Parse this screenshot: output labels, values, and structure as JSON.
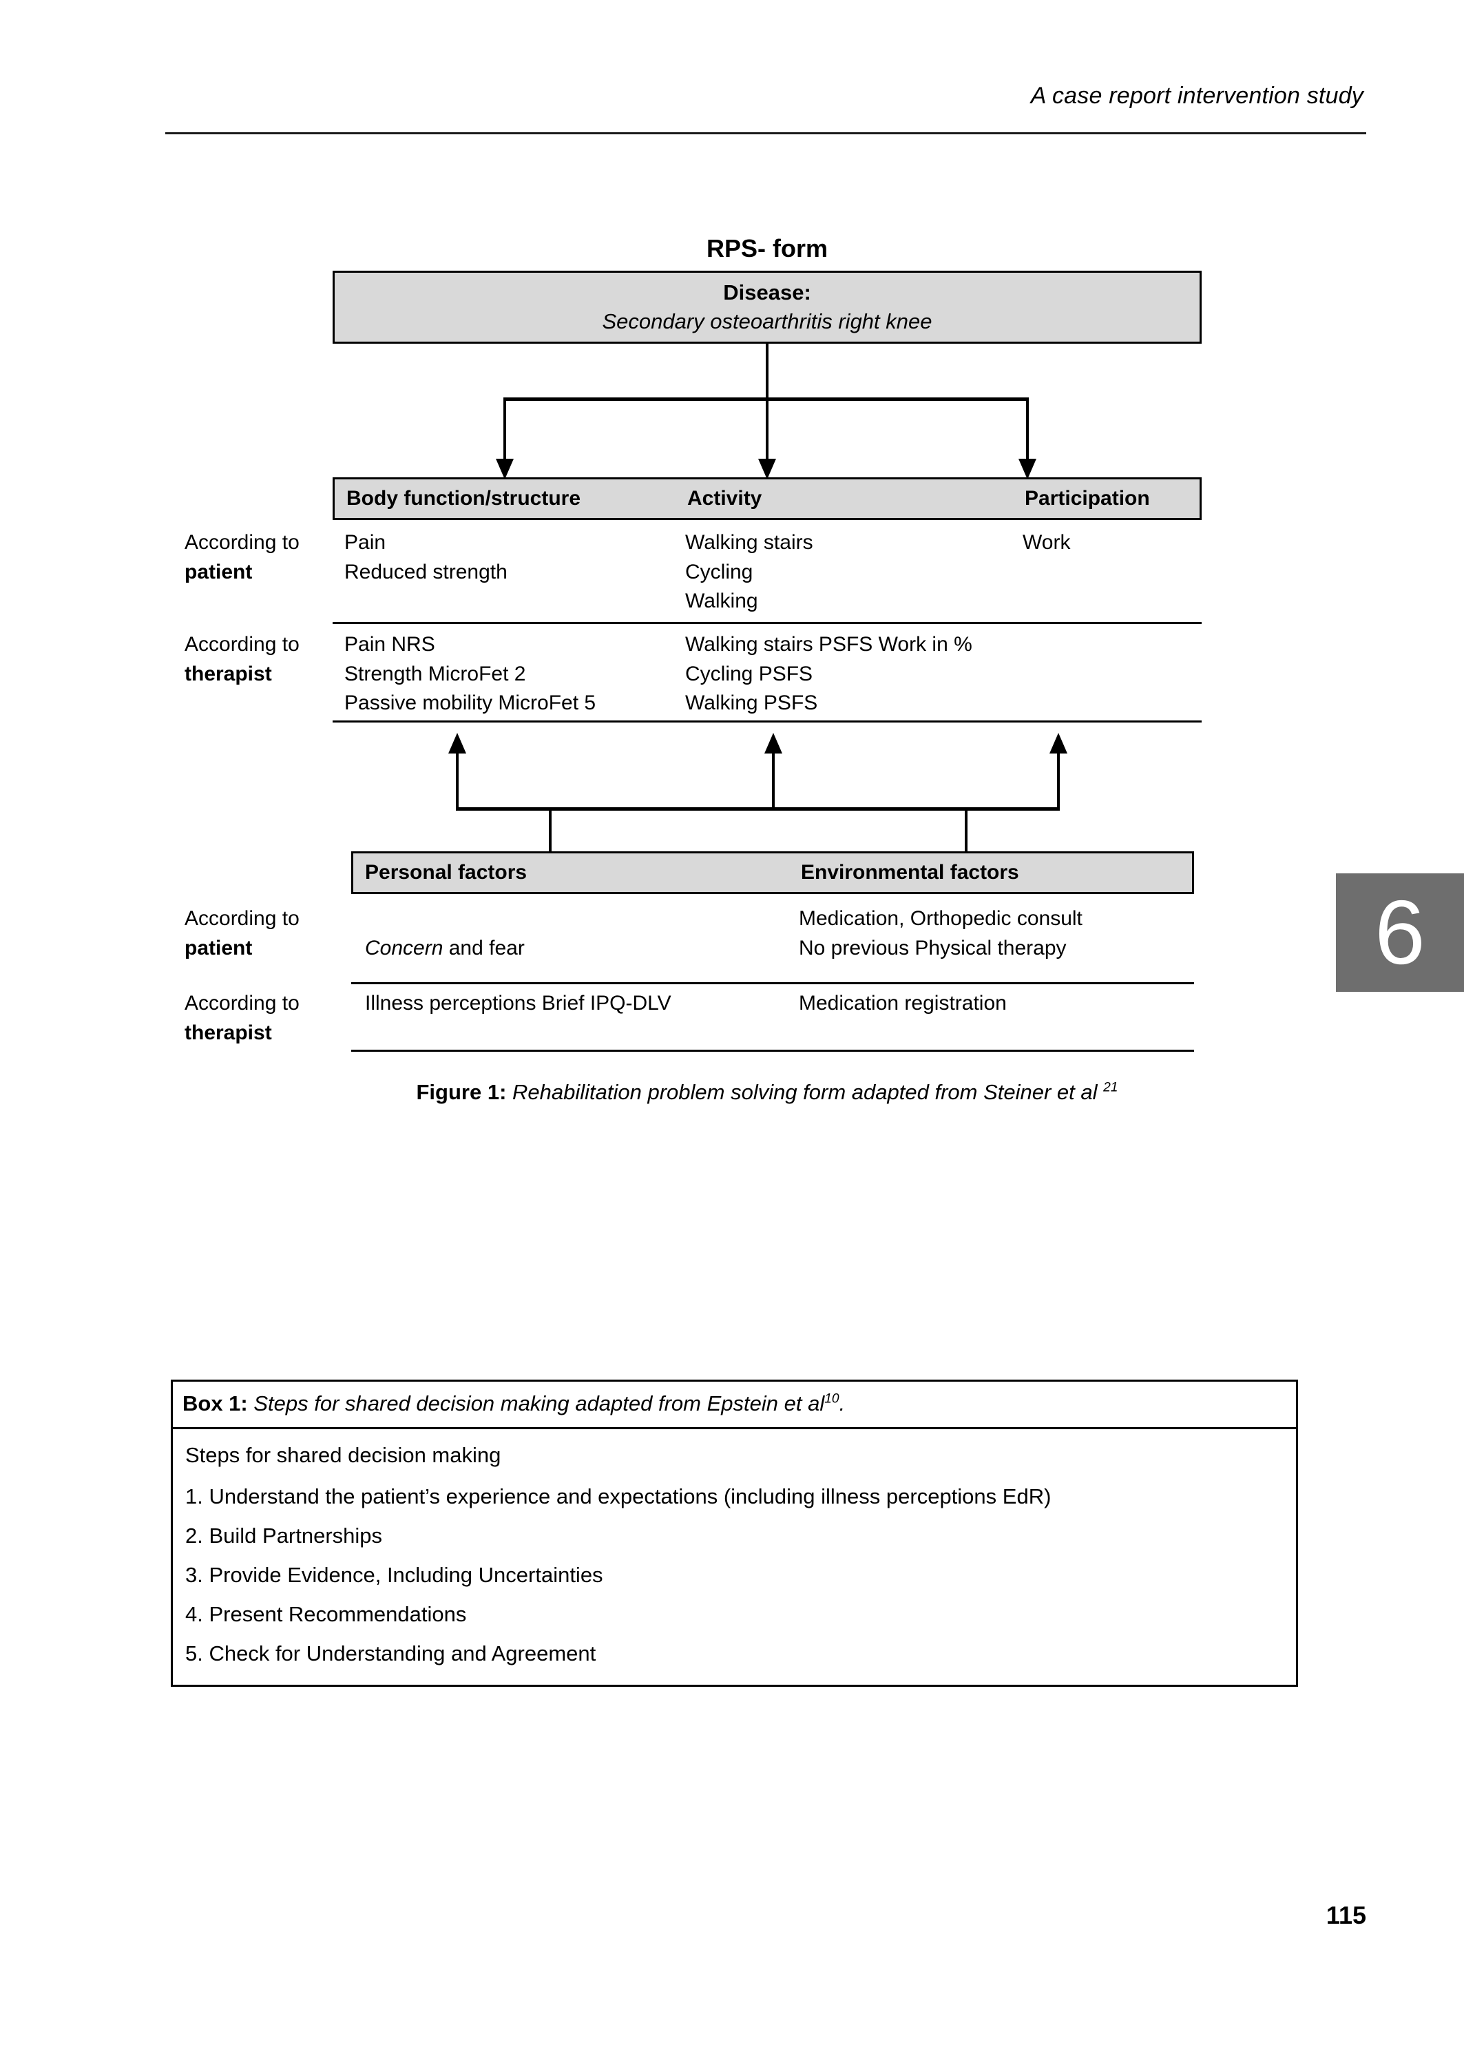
{
  "page": {
    "running_head": "A case report intervention study",
    "folio": "115",
    "chapter_tab": "6",
    "chapter_tab_color": "#6e6e6e",
    "shade_color": "#d9d9d9"
  },
  "figure": {
    "title": "RPS- form",
    "disease": {
      "label": "Disease:",
      "value": "Secondary osteoarthritis right knee"
    },
    "icf_headers": {
      "body": "Body function/structure",
      "activity": "Activity",
      "participation": "Participation"
    },
    "icf_rows": [
      {
        "source_prefix": "According to",
        "source": "patient",
        "body": "Pain\nReduced strength",
        "activity": "Walking stairs\nCycling\nWalking",
        "participation": "Work"
      },
      {
        "source_prefix": "According to",
        "source": "therapist",
        "body": "Pain NRS\nStrength MicroFet 2\nPassive mobility MicroFet 5",
        "activity": "Walking stairs PSFS Work in %\nCycling PSFS\nWalking PSFS",
        "participation": ""
      }
    ],
    "factor_headers": {
      "personal": "Personal factors",
      "environmental": "Environmental factors"
    },
    "factor_rows": [
      {
        "source_prefix": "According to",
        "source": "patient",
        "personal_italic": "Concern",
        "personal_rest": " and fear",
        "environmental": "Medication, Orthopedic consult\nNo previous Physical therapy"
      },
      {
        "source_prefix": "According to",
        "source": "therapist",
        "personal_italic": "",
        "personal_rest": "Illness perceptions Brief IPQ-DLV",
        "environmental": "Medication registration"
      }
    ],
    "caption": {
      "label": "Figure 1:",
      "text": " Rehabilitation problem solving form adapted from Steiner et al ",
      "reference": "21"
    }
  },
  "box1": {
    "caption": {
      "label": "Box 1:",
      "text": " Steps for shared decision making adapted from Epstein et al",
      "reference": "10",
      "tail": "."
    },
    "subhead": "Steps for shared decision making",
    "steps": [
      "1. Understand the patient’s experience and expectations (including illness perceptions EdR)",
      "2. Build Partnerships",
      "3. Provide Evidence, Including Uncertainties",
      "4. Present Recommendations",
      "5. Check for Understanding and Agreement"
    ]
  }
}
